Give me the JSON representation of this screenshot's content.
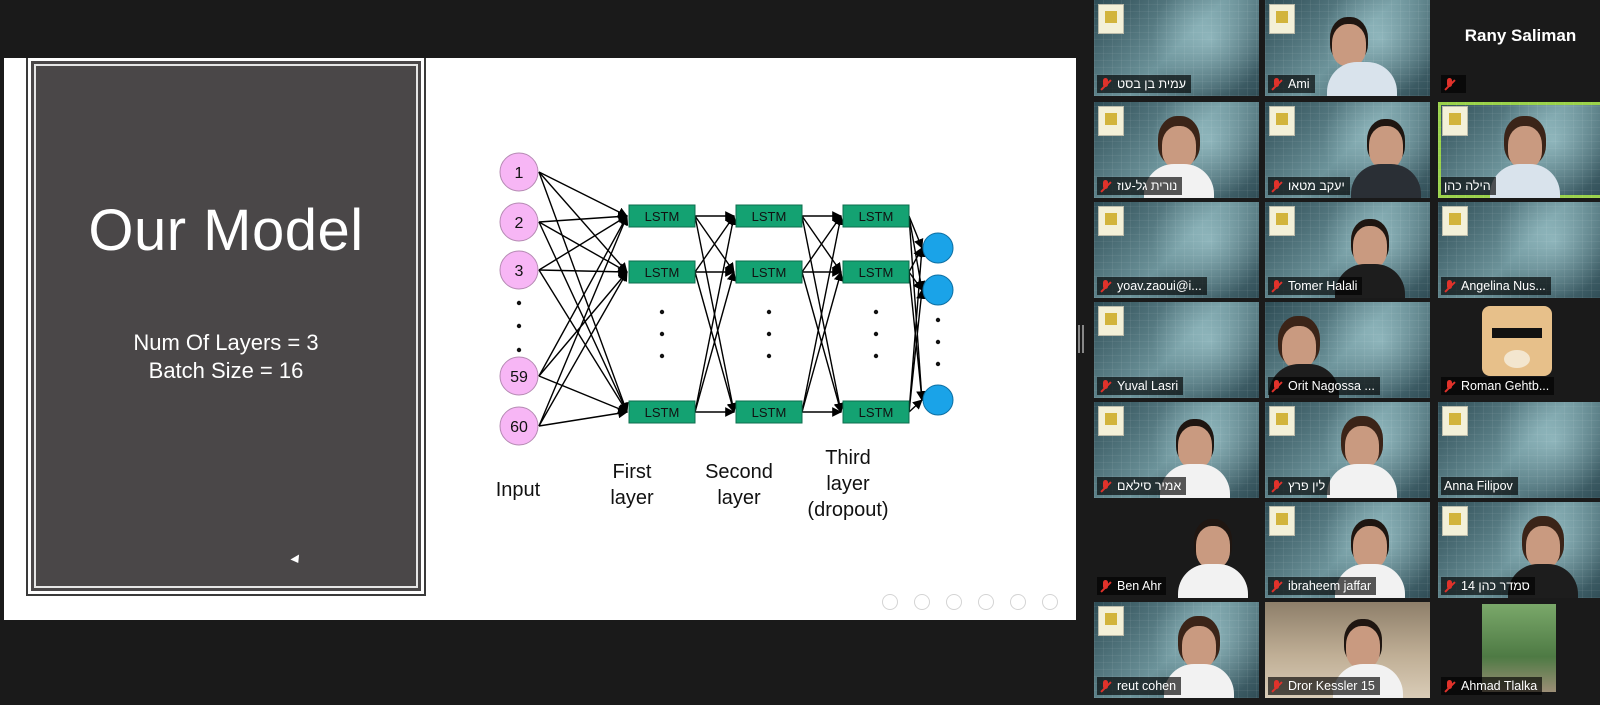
{
  "slide": {
    "title": "Our Model",
    "params": [
      "Num Of Layers = 3",
      "Batch Size = 16"
    ],
    "diagram": {
      "input_nodes": [
        "1",
        "2",
        "3",
        "59",
        "60"
      ],
      "cell_label": "LSTM",
      "layer_labels": [
        [
          "Input"
        ],
        [
          "First",
          "layer"
        ],
        [
          "Second",
          "layer"
        ],
        [
          "Third",
          "layer",
          "(dropout)"
        ]
      ],
      "colors": {
        "input_node": "#f7b6f5",
        "lstm": "#14a272",
        "output_node": "#1aa3e8"
      }
    }
  },
  "participants": [
    {
      "name": "עמית בן בסט",
      "muted": true
    },
    {
      "name": "Ami",
      "muted": true
    },
    {
      "name": "",
      "display_name": "Rany Saliman",
      "muted": true
    },
    {
      "name": "נורית גל-עוז",
      "muted": true
    },
    {
      "name": "יעקב מטאו",
      "muted": true
    },
    {
      "name": "הילה כהן",
      "muted": false,
      "active": true
    },
    {
      "name": "yoav.zaoui@i...",
      "muted": true
    },
    {
      "name": "Tomer Halali",
      "muted": true
    },
    {
      "name": "Angelina Nus...",
      "muted": true
    },
    {
      "name": "Yuval Lasri",
      "muted": true
    },
    {
      "name": "Orit Nagossa ...",
      "muted": true
    },
    {
      "name": "Roman Gehtb...",
      "muted": true
    },
    {
      "name": "אמיר סילאם",
      "muted": true
    },
    {
      "name": "לין פרץ",
      "muted": true
    },
    {
      "name": "Anna Filipov",
      "muted": false
    },
    {
      "name": "Ben Ahr",
      "muted": true
    },
    {
      "name": "ibraheem jaffar",
      "muted": true
    },
    {
      "name": "סמדר כהן 14",
      "muted": true
    },
    {
      "name": "reut cohen",
      "muted": true
    },
    {
      "name": "Dror Kessler 15",
      "muted": true
    },
    {
      "name": "Ahmad Tlalka",
      "muted": true
    }
  ]
}
